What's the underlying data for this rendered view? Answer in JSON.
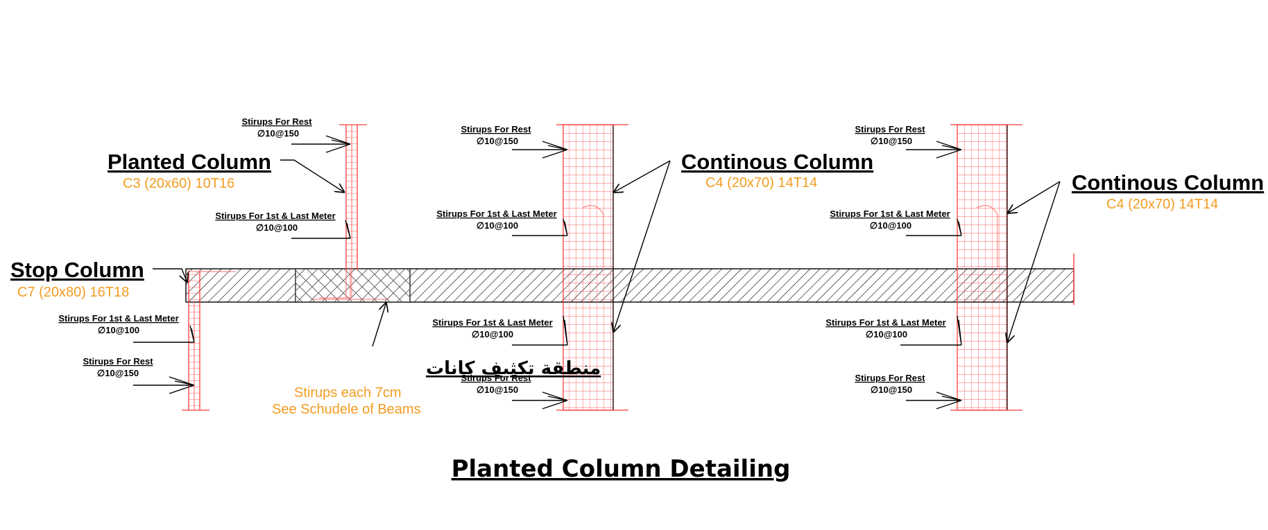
{
  "title": "Planted Column Detailing",
  "labels": {
    "planted_column": {
      "heading": "Planted Column",
      "spec": "C3 (20x60) 10T16"
    },
    "stop_column": {
      "heading": "Stop Column",
      "spec": "C7 (20x80) 16T18"
    },
    "continous_column_1": {
      "heading": "Continous Column",
      "spec": "C4 (20x70) 14T14"
    },
    "continous_column_2": {
      "heading": "Continous Column",
      "spec": "C4 (20x70) 14T14"
    },
    "zone": {
      "arabic": "منطقة تكثيف كانات",
      "note1": "Stirups each 7cm",
      "note2": "See Schudele of Beams"
    }
  },
  "stirrups": {
    "rest_label": "Stirups For Rest",
    "rest_spec": "∅10@150",
    "end_label": "Stirups For  1st & Last Meter",
    "end_spec": "∅10@100"
  },
  "colors": {
    "rebar": "#ff3b3b",
    "annotation_orange": "#f39c1f",
    "ink": "#000000"
  }
}
